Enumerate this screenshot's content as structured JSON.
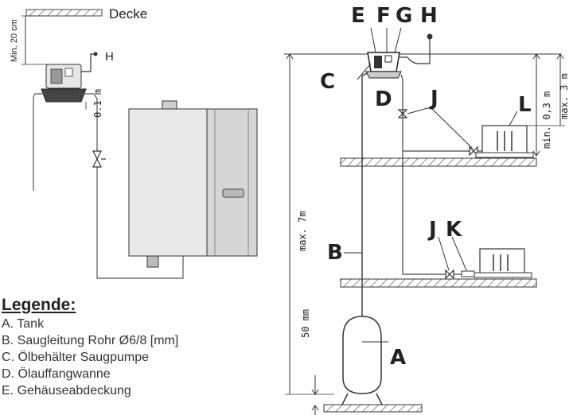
{
  "left_diagram": {
    "ceiling_label": "Decke",
    "min_distance": "Min. 20 cm",
    "point_h": "H",
    "gap_label": "0.1 m"
  },
  "right_diagram": {
    "labels": {
      "a": "A",
      "b": "B",
      "c": "C",
      "d": "D",
      "e": "E",
      "f": "F",
      "g": "G",
      "h": "H",
      "j_upper": "J",
      "j_lower": "J",
      "k": "K",
      "l": "L"
    },
    "dim_min": "min. 0,3 m",
    "dim_max_upper": "max. 3 m",
    "dim_max_total": "max. 7m",
    "dim_bottom": "50 mm"
  },
  "legend": {
    "title": "Legende:",
    "items": [
      "A. Tank",
      "B. Saugleitung Rohr Ø6/8 [mm]",
      "C. Ölbehälter Saugpumpe",
      "D. Ölauffangwanne",
      "E. Gehäuseabdeckung"
    ]
  }
}
